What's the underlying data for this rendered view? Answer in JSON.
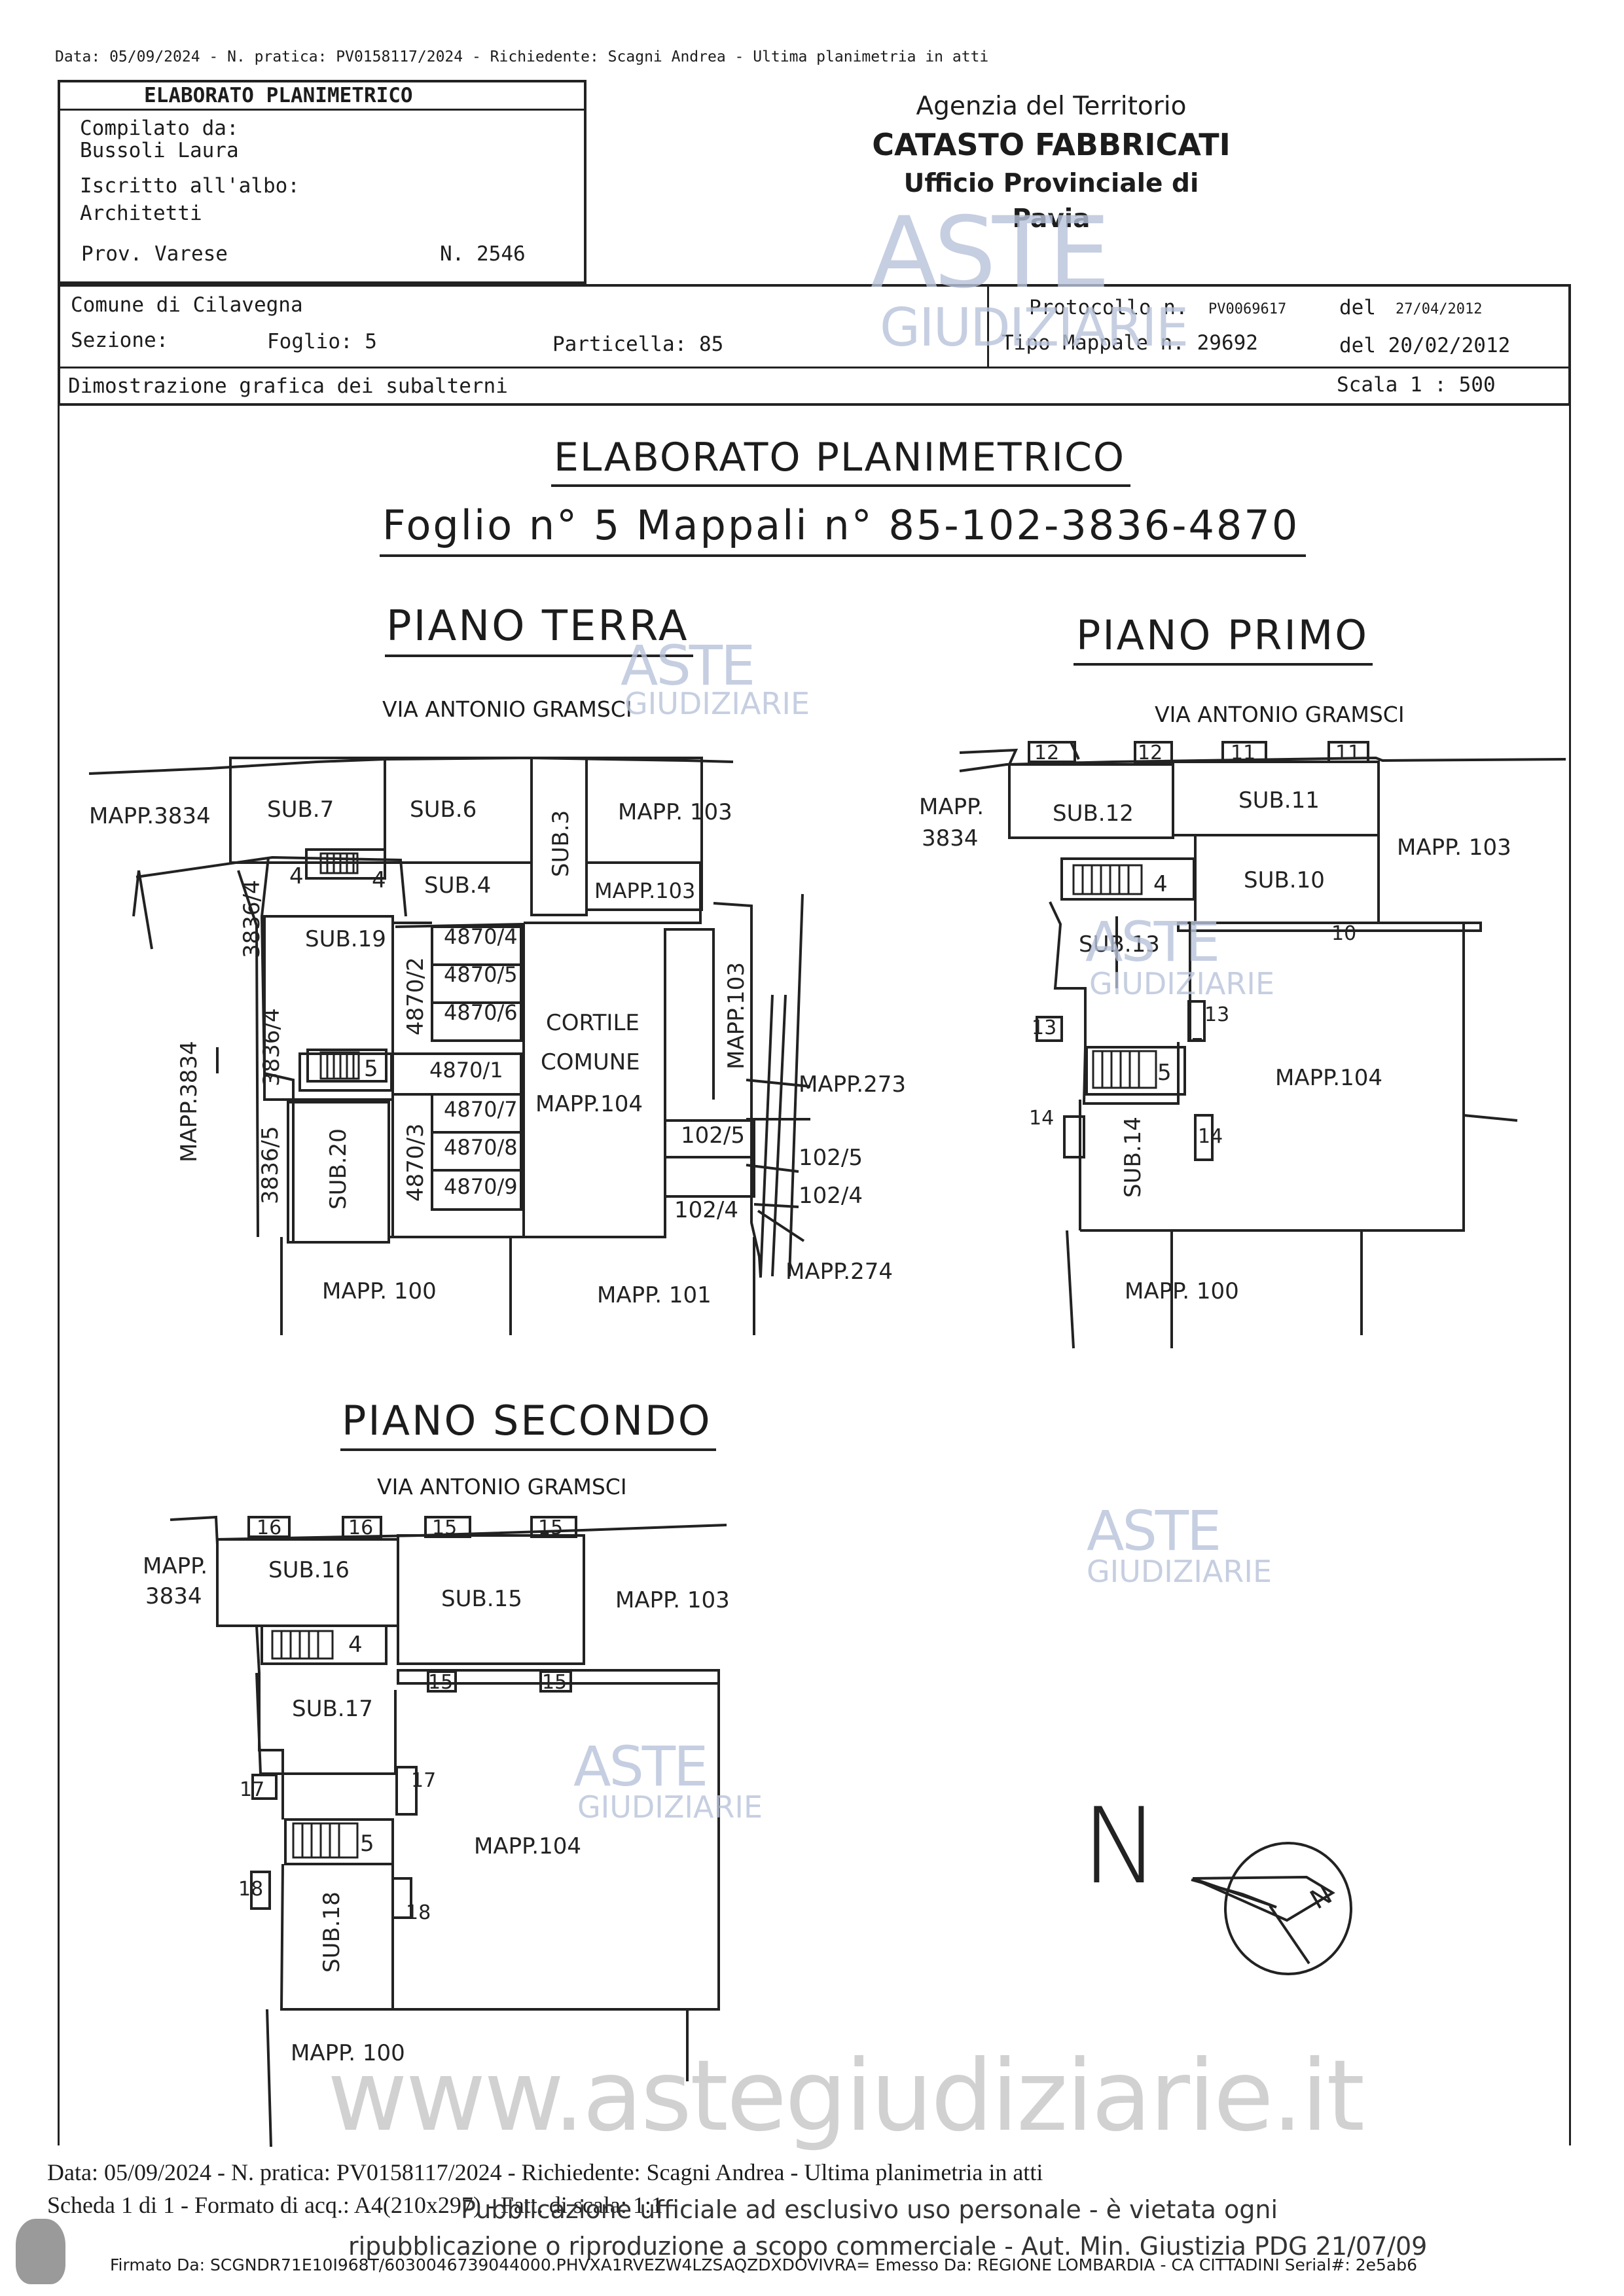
{
  "top_line": "Data: 05/09/2024 - N. pratica: PV0158117/2024 - Richiedente: Scagni Andrea - Ultima planimetria in atti",
  "header": {
    "box_title": "ELABORATO PLANIMETRICO",
    "compilato_label": "Compilato da:",
    "compilato_name": "Bussoli Laura",
    "iscritto_label": "Iscritto all'albo:",
    "iscritto_value": "Architetti",
    "prov_label": "Prov. Varese",
    "numero": "N. 2546",
    "agency_1": "Agenzia del Territorio",
    "agency_2": "CATASTO FABBRICATI",
    "agency_3": "Ufficio Provinciale di",
    "agency_4": "Pavia",
    "comune": "Comune di Cilavegna",
    "sezione": "Sezione:",
    "foglio": "Foglio: 5",
    "particella": "Particella: 85",
    "protocollo_label": "Protocollo n.",
    "protocollo_value": "PV0069617",
    "protocollo_del": "del",
    "protocollo_date": "27/04/2012",
    "tipo_mappale": "Tipo Mappale n. 29692",
    "tipo_del": "del 20/02/2012",
    "dimostrazione": "Dimostrazione grafica dei subalterni",
    "scala": "Scala 1 : 500"
  },
  "drawing": {
    "title": "ELABORATO PLANIMETRICO",
    "subtitle": "Foglio n° 5 Mappali n° 85-102-3836-4870",
    "piano_terra": {
      "heading": "PIANO TERRA",
      "street": "VIA ANTONIO GRAMSCI",
      "labels": [
        "MAPP.3834",
        "SUB.7",
        "SUB.6",
        "SUB.3",
        "MAPP. 103",
        "4",
        "4",
        "SUB.4",
        "MAPP.103",
        "3836/4",
        "SUB.19",
        "4870/2",
        "4870/4",
        "4870/5",
        "4870/6",
        "CORTILE",
        "COMUNE",
        "MAPP.104",
        "MAPP.103",
        "3836/4",
        "5",
        "4870/1",
        "MAPP.273",
        "MAPP.3834",
        "4870/7",
        "4870/3",
        "4870/8",
        "4870/9",
        "102/5",
        "102/5",
        "3836/5",
        "SUB.20",
        "102/4",
        "102/4",
        "MAPP.274",
        "MAPP. 100",
        "MAPP. 101"
      ]
    },
    "piano_primo": {
      "heading": "PIANO PRIMO",
      "street": "VIA ANTONIO GRAMSCI",
      "labels": [
        "12",
        "12",
        "11",
        "11",
        "MAPP.",
        "3834",
        "SUB.12",
        "SUB.11",
        "MAPP. 103",
        "4",
        "SUB.10",
        "SUB.13",
        "10",
        "13",
        "13",
        "5",
        "MAPP.104",
        "14",
        "SUB.14",
        "14",
        "MAPP. 100"
      ]
    },
    "piano_secondo": {
      "heading": "PIANO SECONDO",
      "street": "VIA ANTONIO GRAMSCI",
      "labels": [
        "16",
        "16",
        "15",
        "15",
        "MAPP.",
        "3834",
        "SUB.16",
        "SUB.15",
        "MAPP. 103",
        "4",
        "15",
        "15",
        "SUB.17",
        "17",
        "17",
        "5",
        "MAPP.104",
        "18",
        "18",
        "SUB.18",
        "MAPP. 100"
      ]
    },
    "north": "N",
    "compass": "N"
  },
  "watermarks": {
    "aste": "ASTE",
    "giudiziarie": "GIUDIZIARIE",
    "site": "www.astegiudiziarie.it"
  },
  "footer": {
    "line1": "Data: 05/09/2024 - N. pratica: PV0158117/2024 - Richiedente: Scagni Andrea - Ultima planimetria in atti",
    "line2": "Scheda 1 di 1 - Formato di acq.: A4(210x297) - Fatt. di scala: 1:1",
    "pub1": "Pubblicazione ufficiale ad esclusivo uso personale - è vietata ogni",
    "pub2": "ripubblicazione o riproduzione a scopo commerciale - Aut. Min. Giustizia PDG 21/07/09",
    "firmato": "Firmato Da: SCGNDR71E10I968T/6030046739044000.PHVXA1RVEZW4LZSAQZDXDOVIVRA= Emesso Da: REGIONE LOMBARDIA - CA CITTADINI Serial#: 2e5ab6"
  }
}
